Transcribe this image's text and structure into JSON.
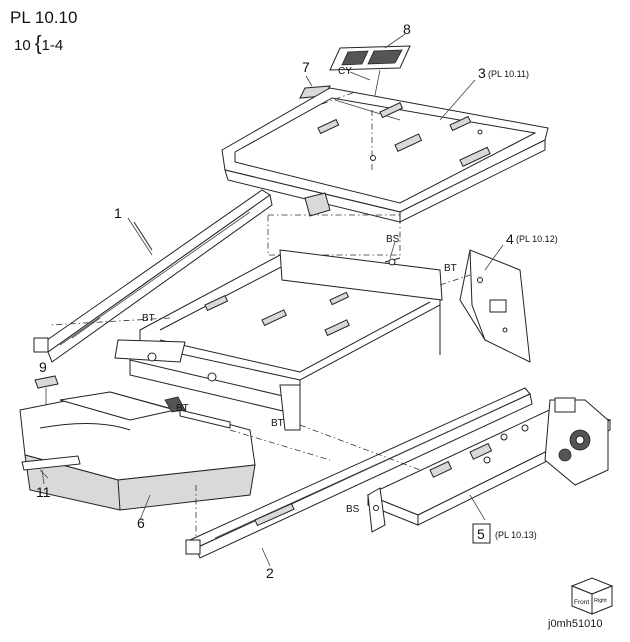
{
  "header": {
    "pl_reference": "PL 10.10",
    "range_prefix": "10",
    "range_brace": "{",
    "range_items": "1-4"
  },
  "callouts": {
    "c1": "1",
    "c2": "2",
    "c3": "3",
    "c4": "4",
    "c5": "5",
    "c6": "6",
    "c7": "7",
    "c8": "8",
    "c9": "9",
    "c11": "11"
  },
  "references": {
    "r3": "(PL 10.11)",
    "r4": "(PL 10.12)",
    "r5": "(PL 10.13)"
  },
  "fastener_labels": {
    "cy": "CY",
    "bs_top": "BS",
    "bt_right": "BT",
    "bt_left": "BT",
    "bt_mid": "BT",
    "bt_low": "BT",
    "bs_bottom": "BS"
  },
  "orientation_cube": {
    "front": "Front",
    "right": "Right"
  },
  "figure_id": "j0mh51010"
}
